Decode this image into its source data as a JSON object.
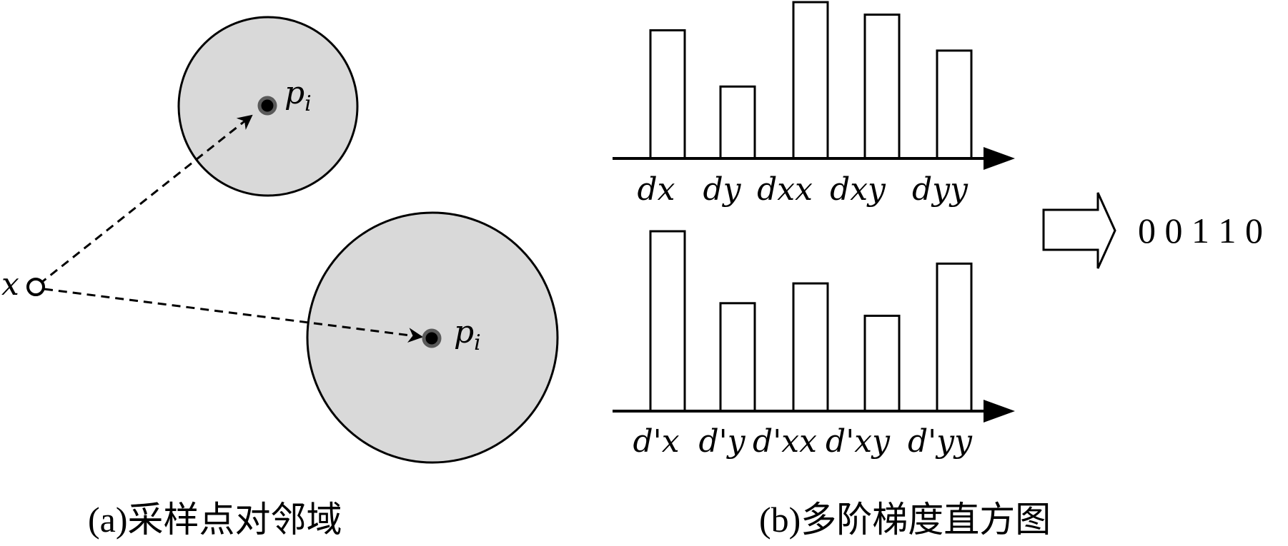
{
  "panel_a": {
    "start_label": "x",
    "point_label": "p",
    "point_subscript": "i",
    "caption": "(a)采样点对邻域",
    "colors": {
      "region_fill": "#d9d9d9",
      "stroke": "#000000",
      "point_ring": "#5a5a5a"
    }
  },
  "panel_b": {
    "caption": "(b)多阶梯度直方图",
    "histograms": [
      {
        "labels": [
          "dx",
          "dy",
          "dxx",
          "dxy",
          "dyy"
        ],
        "values": [
          0.82,
          0.46,
          1.0,
          0.92,
          0.69
        ]
      },
      {
        "labels": [
          "d'x",
          "d'y",
          "d'xx",
          "d'xy",
          "d'yy"
        ],
        "values": [
          1.0,
          0.6,
          0.71,
          0.53,
          0.82
        ]
      }
    ],
    "result_bits": "0 0 1 1 0"
  }
}
